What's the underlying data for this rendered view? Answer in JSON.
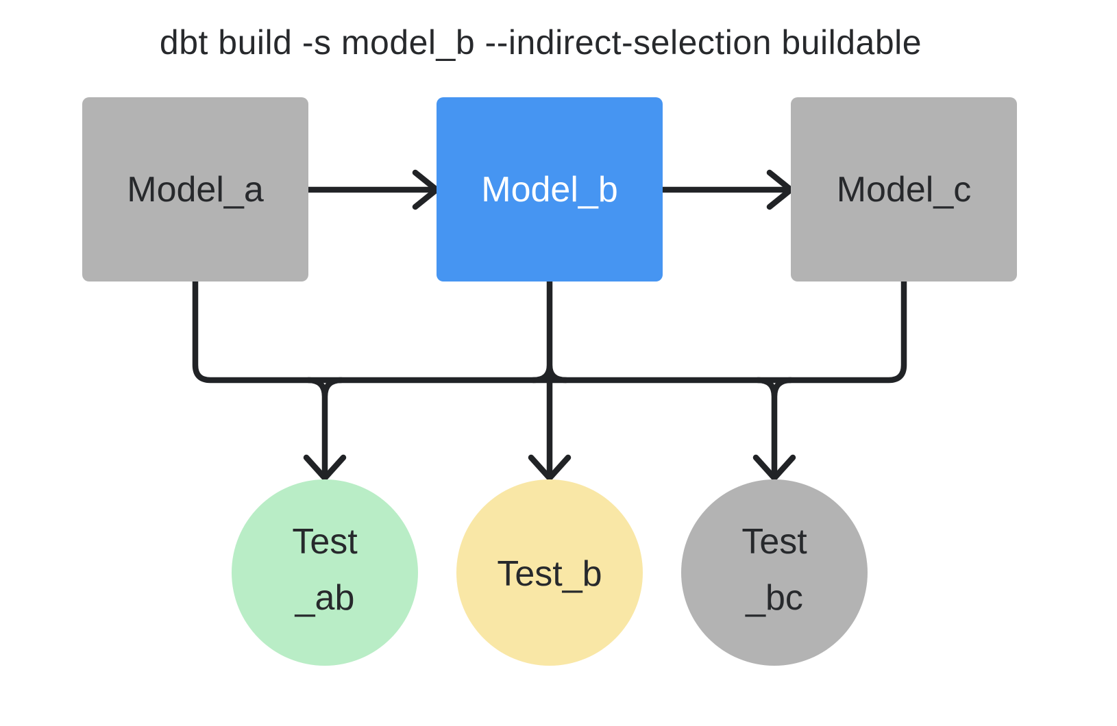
{
  "title": "dbt build -s model_b --indirect-selection buildable",
  "colors": {
    "background": "#ffffff",
    "edge": "#212326",
    "text_dark": "#27292c",
    "text_light": "#ffffff",
    "model_default_fill": "#b3b3b3",
    "model_selected_fill": "#4695f2",
    "test_ab_fill": "#b9edc6",
    "test_b_fill": "#f9e7a6",
    "test_bc_fill": "#b3b3b3"
  },
  "nodes": {
    "model_a": {
      "label": "Model_a",
      "kind": "model",
      "selected": false
    },
    "model_b": {
      "label": "Model_b",
      "kind": "model",
      "selected": true
    },
    "model_c": {
      "label": "Model_c",
      "kind": "model",
      "selected": false
    },
    "test_ab": {
      "label": "Test _ab",
      "lines": [
        "Test",
        "_ab"
      ],
      "kind": "test"
    },
    "test_b": {
      "label": "Test_b",
      "lines": [
        "Test_b"
      ],
      "kind": "test"
    },
    "test_bc": {
      "label": "Test _bc",
      "lines": [
        "Test",
        "_bc"
      ],
      "kind": "test"
    }
  },
  "edges": [
    {
      "from": "model_a",
      "to": "model_b"
    },
    {
      "from": "model_b",
      "to": "model_c"
    },
    {
      "from": "model_a",
      "to": "test_ab"
    },
    {
      "from": "model_b",
      "to": "test_b"
    },
    {
      "from": "model_c",
      "to": "test_bc"
    }
  ]
}
